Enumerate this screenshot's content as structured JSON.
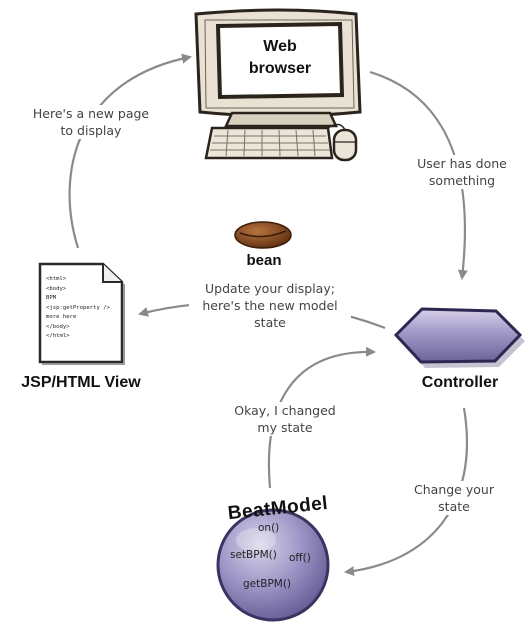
{
  "browser": {
    "label_line1": "Web",
    "label_line2": "browser"
  },
  "bean": {
    "label": "bean"
  },
  "view": {
    "label": "JSP/HTML View",
    "code_lines": [
      "<html>",
      "<body>",
      "BPM",
      "<jsp:getProperty />",
      "more here",
      "</body>",
      "</html>"
    ]
  },
  "controller": {
    "label": "Controller"
  },
  "model": {
    "label": "BeatModel",
    "methods": {
      "on": "on()",
      "setbpm": "setBPM()",
      "off": "off()",
      "getbpm": "getBPM()"
    }
  },
  "arrows": {
    "view_to_browser": {
      "line1": "Here's a new page",
      "line2": "to display"
    },
    "browser_to_controller": {
      "line1": "User has done",
      "line2": "something"
    },
    "controller_to_view": {
      "line1": "Update your display;",
      "line2": "here's the new model",
      "line3": "state"
    },
    "controller_to_model": {
      "line1": "Change your",
      "line2": "state"
    },
    "model_to_controller": {
      "line1": "Okay, I changed",
      "line2": "my state"
    }
  },
  "colors": {
    "monitor_body": "#e9e2d4",
    "monitor_outline": "#2a241c",
    "bean": "#8a4a22",
    "controller_fill": "#9a8fbf",
    "model_fill": "#8e86bb",
    "arrow": "#8a8a8a"
  }
}
